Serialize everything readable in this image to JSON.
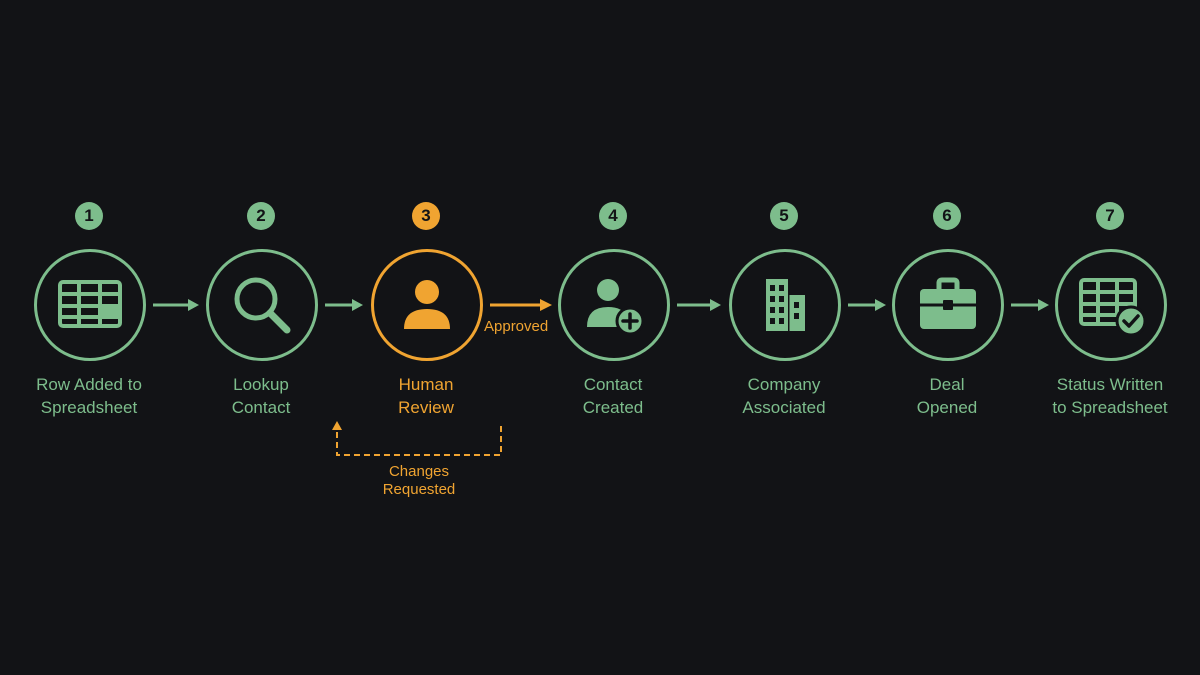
{
  "colors": {
    "background": "#121316",
    "step": "#7dbd8c",
    "highlight": "#f0a431"
  },
  "steps": [
    {
      "number": "1",
      "label_line1": "Row Added to",
      "label_line2": "Spreadsheet",
      "icon": "spreadsheet-icon"
    },
    {
      "number": "2",
      "label_line1": "Lookup",
      "label_line2": "Contact",
      "icon": "magnifier-icon"
    },
    {
      "number": "3",
      "label_line1": "Human",
      "label_line2": "Review",
      "icon": "person-icon",
      "highlighted": true
    },
    {
      "number": "4",
      "label_line1": "Contact",
      "label_line2": "Created",
      "icon": "add-contact-icon"
    },
    {
      "number": "5",
      "label_line1": "Company",
      "label_line2": "Associated",
      "icon": "building-icon"
    },
    {
      "number": "6",
      "label_line1": "Deal",
      "label_line2": "Opened",
      "icon": "briefcase-icon"
    },
    {
      "number": "7",
      "label_line1": "Status Written",
      "label_line2": "to Spreadsheet",
      "icon": "spreadsheet-check-icon"
    }
  ],
  "review": {
    "approved_label": "Approved",
    "changes_line1": "Changes",
    "changes_line2": "Requested"
  }
}
